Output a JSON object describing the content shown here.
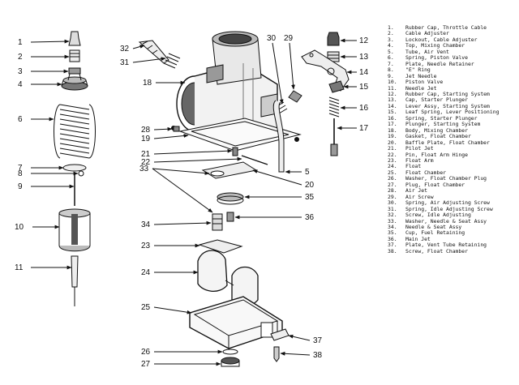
{
  "callouts": {
    "left": [
      "1",
      "2",
      "3",
      "4",
      "6",
      "7",
      "8",
      "9",
      "10",
      "11"
    ],
    "center": [
      "32",
      "31",
      "18",
      "28",
      "19",
      "21",
      "22",
      "33",
      "34",
      "23",
      "24",
      "25",
      "26",
      "27"
    ],
    "top": [
      "30",
      "29"
    ],
    "right": [
      "12",
      "13",
      "14",
      "15",
      "16",
      "17"
    ],
    "mid_right": [
      "5",
      "20",
      "35",
      "36",
      "37",
      "38"
    ]
  },
  "parts_list": [
    {
      "num": "1.",
      "name": "Rubber Cap, Throttle Cable"
    },
    {
      "num": "2.",
      "name": "Cable Adjuster"
    },
    {
      "num": "3.",
      "name": "Lockout, Cable Adjuster"
    },
    {
      "num": "4.",
      "name": "Top, Mixing Chamber"
    },
    {
      "num": "5.",
      "name": "Tube, Air Vent"
    },
    {
      "num": "6.",
      "name": "Spring, Piston Valve"
    },
    {
      "num": "7.",
      "name": "Plate, Needle Retainer"
    },
    {
      "num": "8.",
      "name": "\"E\" Ring"
    },
    {
      "num": "9.",
      "name": "Jet Needle"
    },
    {
      "num": "10.",
      "name": "Piston Valve"
    },
    {
      "num": "11.",
      "name": "Needle Jet"
    },
    {
      "num": "12.",
      "name": "Rubber Cap, Starting System"
    },
    {
      "num": "13.",
      "name": "Cap, Starter Plunger"
    },
    {
      "num": "14.",
      "name": "Lever Assy, Starting System"
    },
    {
      "num": "15.",
      "name": "Leaf Spring, Lever Positioning"
    },
    {
      "num": "16.",
      "name": "Spring, Starter Plunger"
    },
    {
      "num": "17.",
      "name": "Plunger, Starting System"
    },
    {
      "num": "18.",
      "name": "Body, Mixing Chamber"
    },
    {
      "num": "19.",
      "name": "Gasket, Float Chamber"
    },
    {
      "num": "20.",
      "name": "Baffle Plate, Float Chamber"
    },
    {
      "num": "21.",
      "name": "Pilot Jet"
    },
    {
      "num": "22.",
      "name": "Pin, Float Arm Hinge"
    },
    {
      "num": "23.",
      "name": "Float Arm"
    },
    {
      "num": "24.",
      "name": "Float"
    },
    {
      "num": "25.",
      "name": "Float Chamber"
    },
    {
      "num": "26.",
      "name": "Washer, Float Chamber Plug"
    },
    {
      "num": "27.",
      "name": "Plug, Float Chamber"
    },
    {
      "num": "28.",
      "name": "Air Jet"
    },
    {
      "num": "29.",
      "name": "Air Screw"
    },
    {
      "num": "30.",
      "name": "Spring, Air Adjusting Screw"
    },
    {
      "num": "31.",
      "name": "Spring, Idle Adjusting Screw"
    },
    {
      "num": "32.",
      "name": "Screw, Idle Adjusting"
    },
    {
      "num": "33.",
      "name": "Washer, Needle & Seat Assy"
    },
    {
      "num": "34.",
      "name": "Needle & Seat Assy"
    },
    {
      "num": "35.",
      "name": "Cup, Fuel Retaining"
    },
    {
      "num": "36.",
      "name": "Main Jet"
    },
    {
      "num": "37.",
      "name": "Plate, Vent Tube Retaining"
    },
    {
      "num": "38.",
      "name": "Screw, Float Chamber"
    }
  ]
}
